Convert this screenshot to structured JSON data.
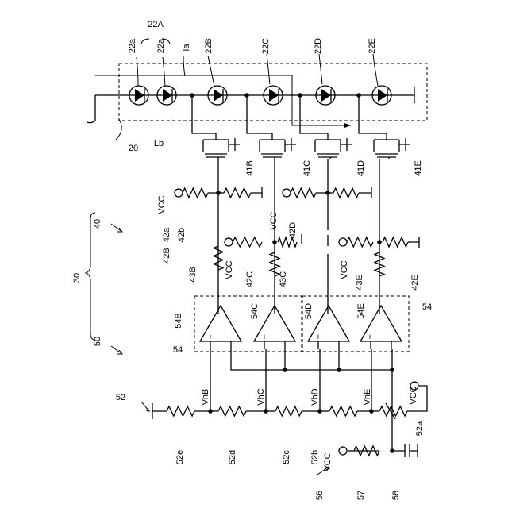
{
  "labels": {
    "led_22a_1": "22a",
    "led_22a_2": "22a",
    "group_22A": "22A",
    "current_Ia": "Ia",
    "led_22B": "22B",
    "led_22C": "22C",
    "led_22D": "22D",
    "led_22E": "22E",
    "module_20": "20",
    "line_Lb": "Lb",
    "fet_41B": "41B",
    "fet_41C": "41C",
    "fet_41D": "41D",
    "fet_41E": "41E",
    "block_40": "40",
    "block_30": "30",
    "block_50": "50",
    "vcc_1": "VCC",
    "res_42a": "42a",
    "res_42b": "42b",
    "res_42B": "42B",
    "res_43B": "43B",
    "vcc_2": "VCC",
    "res_42C": "42C",
    "res_43C": "43C",
    "vcc_3": "VCC",
    "res_42D": "42D",
    "vcc_4": "VCC",
    "res_43E": "43E",
    "res_42E": "42E",
    "opamp_54B": "54B",
    "opamp_54C": "54C",
    "opamp_54D": "54D",
    "opamp_54E": "54E",
    "group_54_left": "54",
    "group_54_right": "54",
    "plus_1": "+",
    "minus_1": "−",
    "plus_2": "+",
    "minus_2": "−",
    "plus_3": "+",
    "minus_3": "−",
    "plus_4": "+",
    "minus_4": "−",
    "divider_52": "52",
    "VhB": "VhB",
    "VhC": "VhC",
    "VhD": "VhD",
    "VhE": "VhE",
    "vcc_5": "VCC",
    "res_52e": "52e",
    "res_52d": "52d",
    "res_52c": "52c",
    "res_52b": "52b",
    "res_52a": "52a",
    "vcc_6": "VCC",
    "node_56": "56",
    "res_57": "57",
    "cap_58": "58"
  }
}
